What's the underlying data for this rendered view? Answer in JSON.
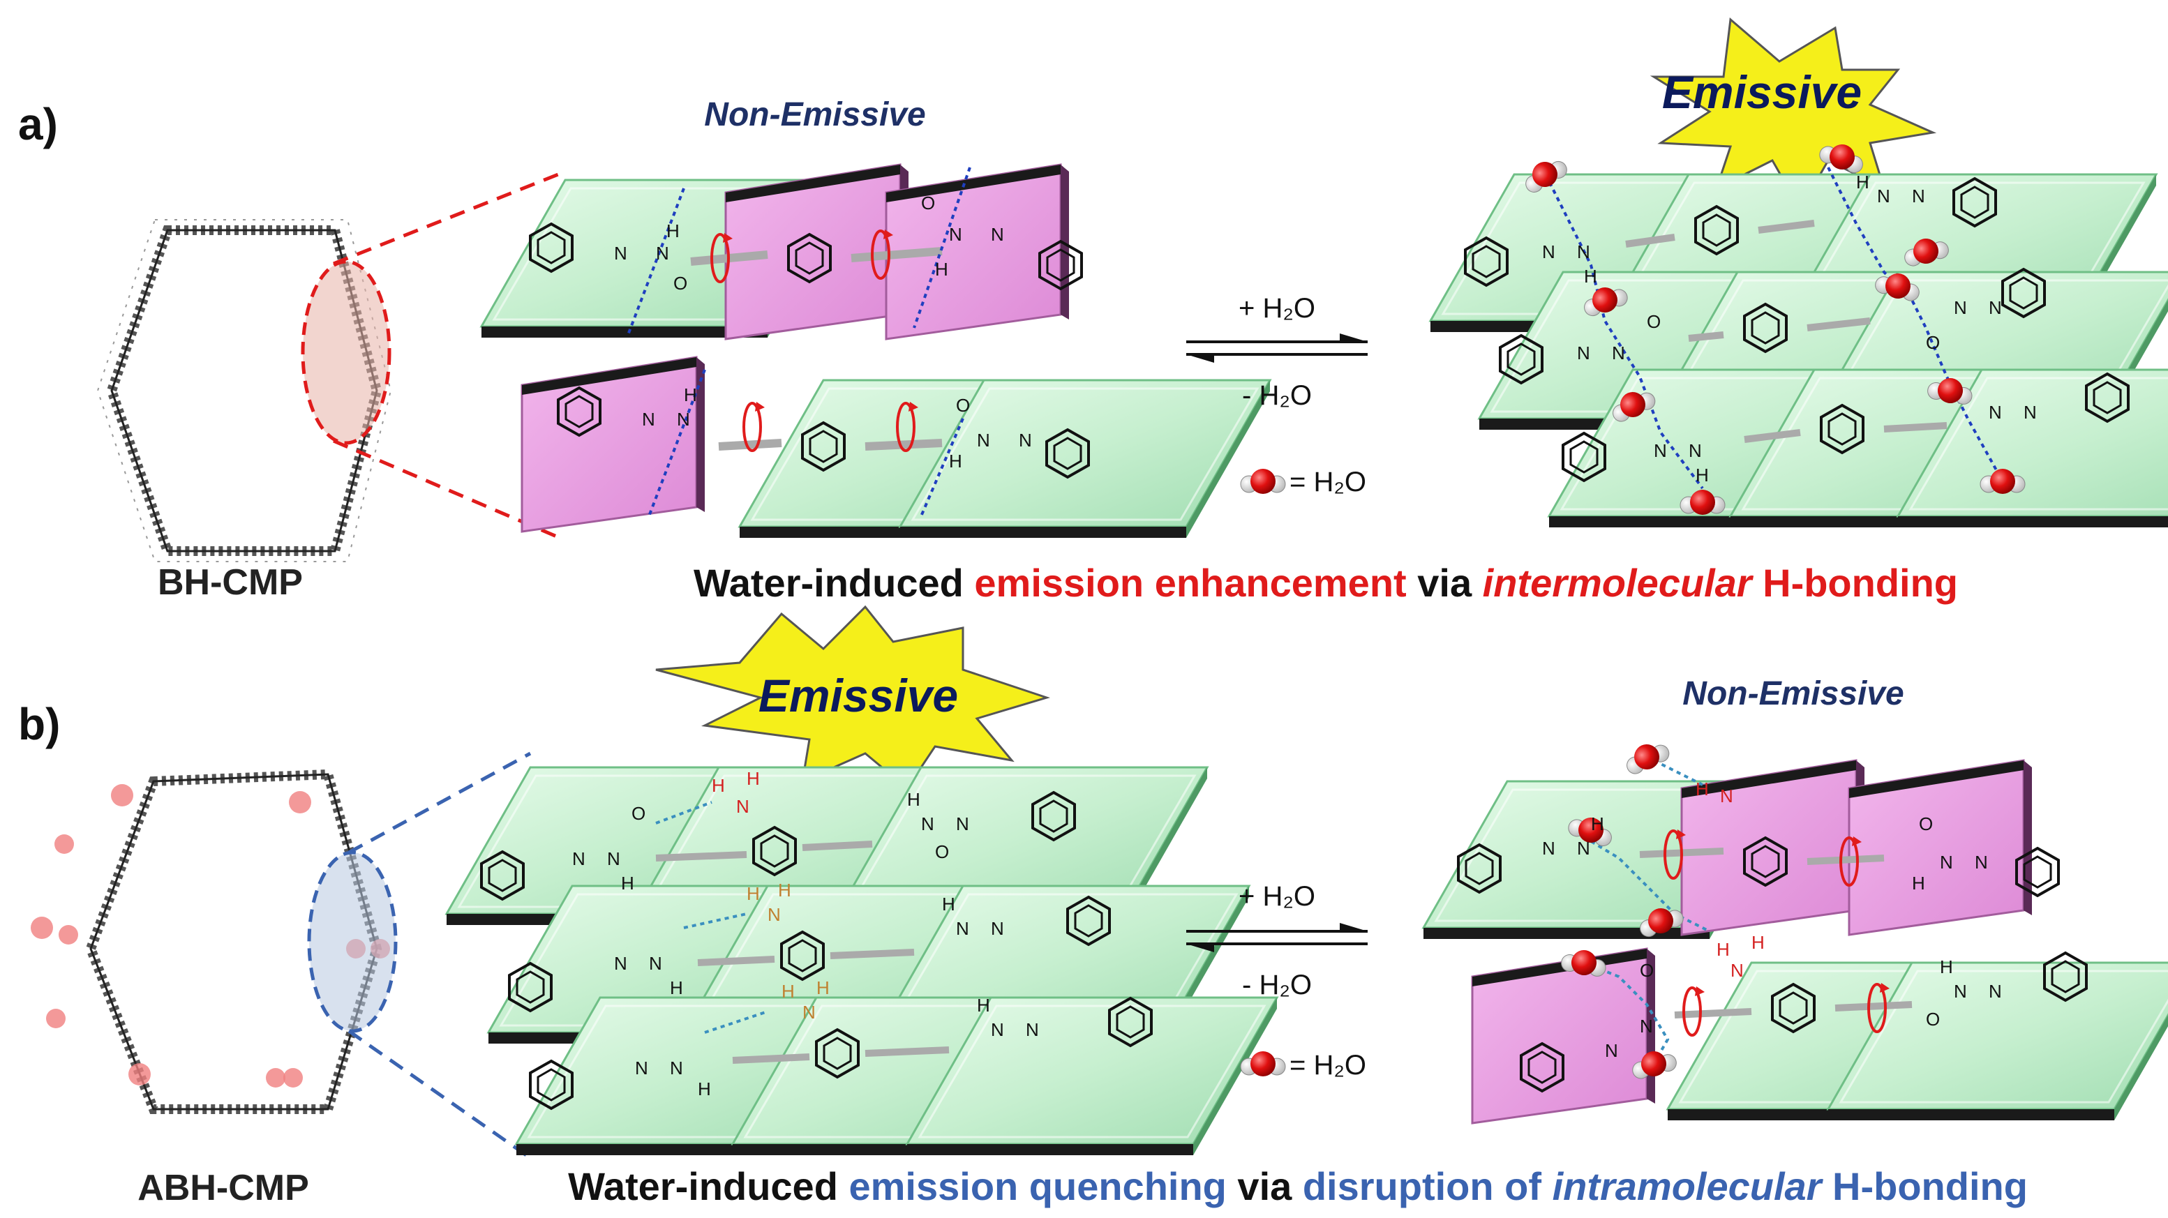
{
  "panel_a": {
    "label": "a)",
    "polymer_name": "BH-CMP",
    "left_state": "Non-Emissive",
    "right_state": "Emissive",
    "forward": "+ H₂O",
    "reverse": "- H₂O",
    "legend": "= H₂O",
    "caption": {
      "p1": "Water-induced ",
      "p2": "emission enhancement",
      "p3": " via ",
      "p4": "intermolecular",
      "p5": " H-bonding"
    }
  },
  "panel_b": {
    "label": "b)",
    "polymer_name": "ABH-CMP",
    "left_state": "Emissive",
    "right_state": "Non-Emissive",
    "forward": "+ H₂O",
    "reverse": "- H₂O",
    "legend": "= H₂O",
    "caption": {
      "p1": "Water-induced ",
      "p2": "emission quenching",
      "p3": " via ",
      "p4": "disruption of ",
      "p5": "intramolecular",
      "p6": " H-bonding"
    }
  },
  "atoms": {
    "N": "N",
    "H": "H",
    "O": "O"
  },
  "colors": {
    "red": "#e01b1b",
    "blue": "#3a63b0",
    "navy": "#0b1a5c",
    "green_tile": "#c8f0d0",
    "pink_tile": "#e79be0",
    "star": "#f5ef1a"
  }
}
